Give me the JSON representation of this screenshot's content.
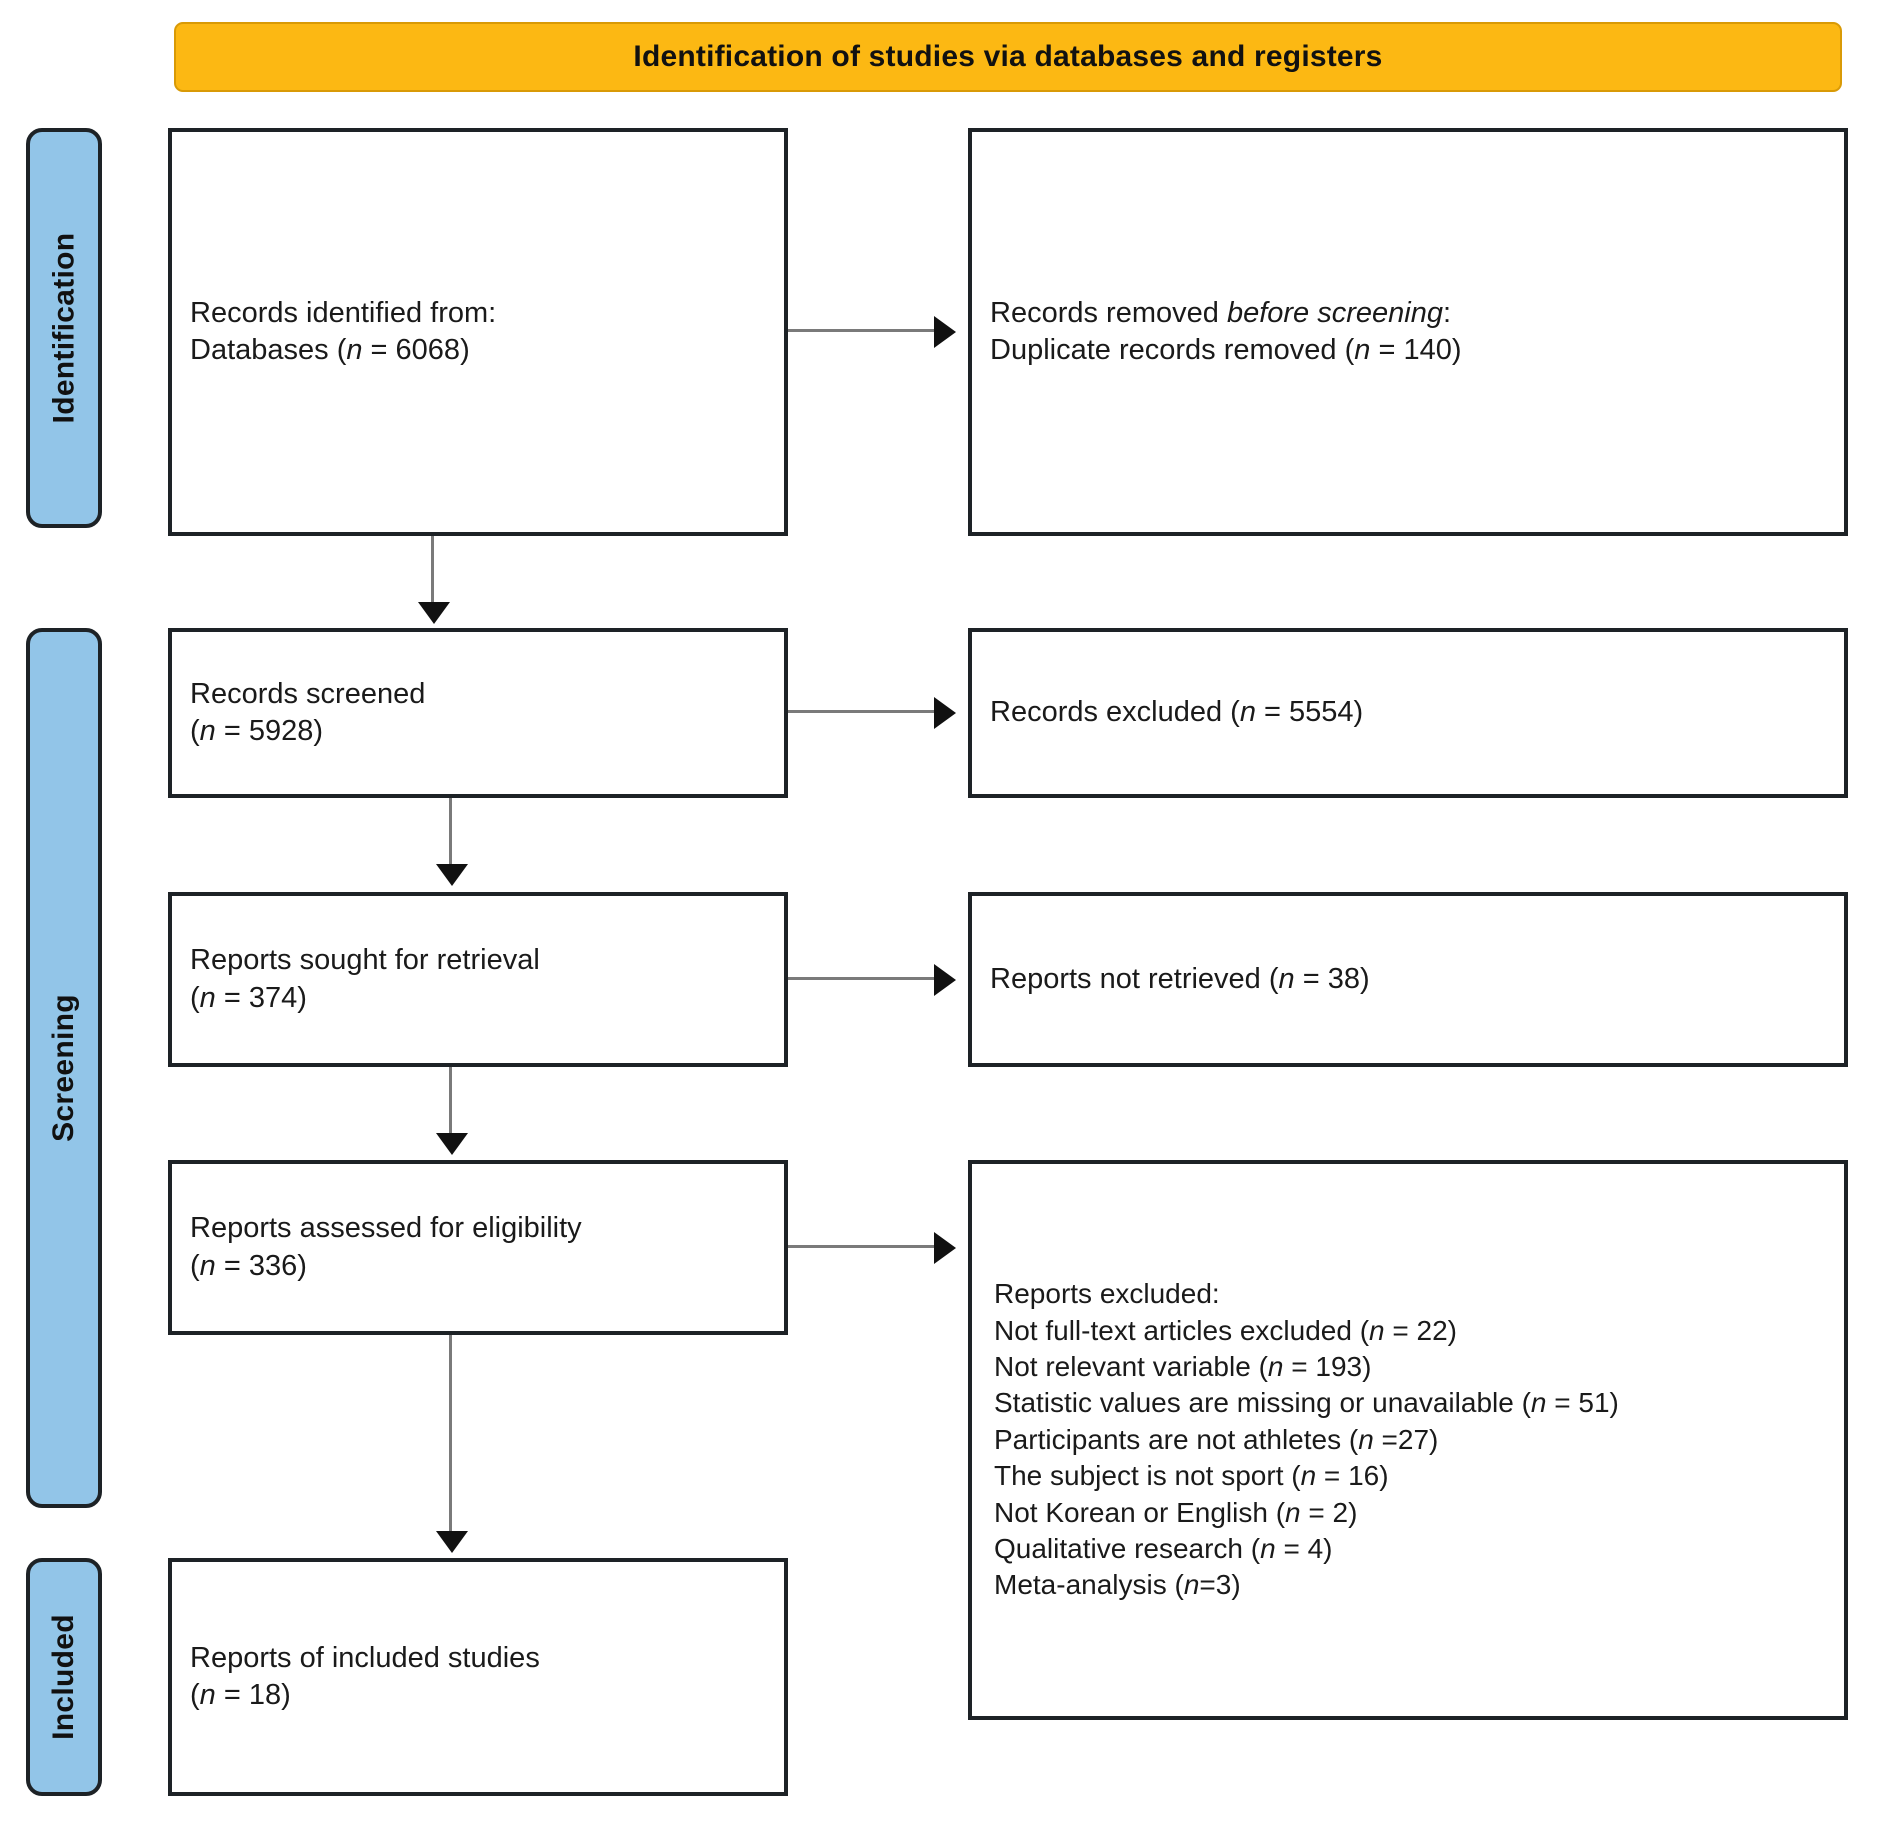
{
  "banner": {
    "title": "Identification of studies via databases and registers"
  },
  "stages": [
    {
      "id": "identification",
      "label": "Identification"
    },
    {
      "id": "screening",
      "label": "Screening"
    },
    {
      "id": "included",
      "label": "Included"
    }
  ],
  "boxes": {
    "identified": {
      "line1": "Records identified from:",
      "line2_pre": "Databases (",
      "line2_it": "n",
      "line2_post": " = 6068)"
    },
    "removed": {
      "line1_pre": "Records removed ",
      "line1_it": "before screening",
      "line1_post": ":",
      "line2_pre": "Duplicate records removed (",
      "line2_it": "n",
      "line2_post": " = 140)"
    },
    "screened": {
      "line1": "Records screened",
      "line2_pre": "(",
      "line2_it": "n",
      "line2_post": " = 5928)"
    },
    "excluded_screening": {
      "line1_pre": "Records excluded (",
      "line1_it": "n",
      "line1_post": " = 5554)"
    },
    "sought": {
      "line1": "Reports sought for retrieval",
      "line2_pre": "(",
      "line2_it": "n",
      "line2_post": " = 374)"
    },
    "not_retrieved": {
      "line1_pre": "Reports not retrieved (",
      "line1_it": "n",
      "line1_post": " = 38)"
    },
    "assessed": {
      "line1": "Reports assessed for eligibility",
      "line2_pre": "(",
      "line2_it": "n",
      "line2_post": " = 336)"
    },
    "excluded_reports": {
      "heading": "Reports excluded:",
      "items": [
        {
          "pre": "Not full-text articles excluded (",
          "it": "n",
          "post": " = 22)"
        },
        {
          "pre": "Not relevant variable (",
          "it": "n",
          "post": " = 193)"
        },
        {
          "pre": "Statistic values are missing or unavailable (",
          "it": "n",
          "post": " = 51)"
        },
        {
          "pre": "Participants are not athletes (",
          "it": "n",
          "post": " =27)"
        },
        {
          "pre": "The subject is not sport (",
          "it": "n",
          "post": " = 16)"
        },
        {
          "pre": "Not Korean or English (",
          "it": "n",
          "post": " = 2)"
        },
        {
          "pre": "Qualitative research (",
          "it": "n",
          "post": " = 4)"
        },
        {
          "pre": "Meta-analysis (",
          "it": "n",
          "post": "=3)"
        }
      ]
    },
    "included_studies": {
      "line1": "Reports of included studies",
      "line2_pre": "(",
      "line2_it": "n",
      "line2_post": " = 18)"
    }
  },
  "colors": {
    "banner_background": "#fcb813",
    "stage_background": "#92c5e8",
    "box_border": "#1d2226",
    "connector": "#7a7a7a"
  }
}
